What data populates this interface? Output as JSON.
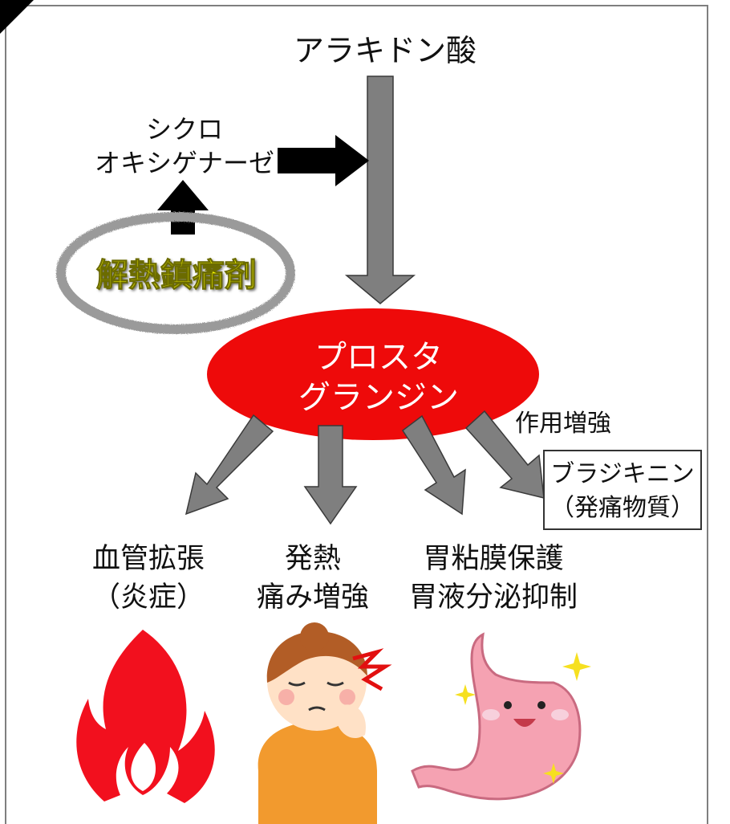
{
  "title": "アラキドン酸",
  "enzyme": {
    "line1": "シクロ",
    "line2": "オキシゲナーゼ"
  },
  "drug": "解熱鎮痛剤",
  "center": {
    "line1": "プロスタ",
    "line2": "グランジン"
  },
  "enhance_label": "作用増強",
  "bradykinin": {
    "line1": "ブラジキニン",
    "line2": "（発痛物質）"
  },
  "effects": [
    {
      "line1": "血管拡張",
      "line2": "（炎症）",
      "icon": "fire-icon"
    },
    {
      "line1": "発熱",
      "line2": "痛み増強",
      "icon": "headache-woman-icon"
    },
    {
      "line1": "胃粘膜保護",
      "line2": "胃液分泌抑制",
      "icon": "happy-stomach-icon"
    }
  ],
  "colors": {
    "center_fill": "#ee0a0a",
    "arrow_fill": "#7f7f7f",
    "drug_text": "#f4f400",
    "fire": "#f2101e",
    "stomach": "#f5a2b2"
  }
}
